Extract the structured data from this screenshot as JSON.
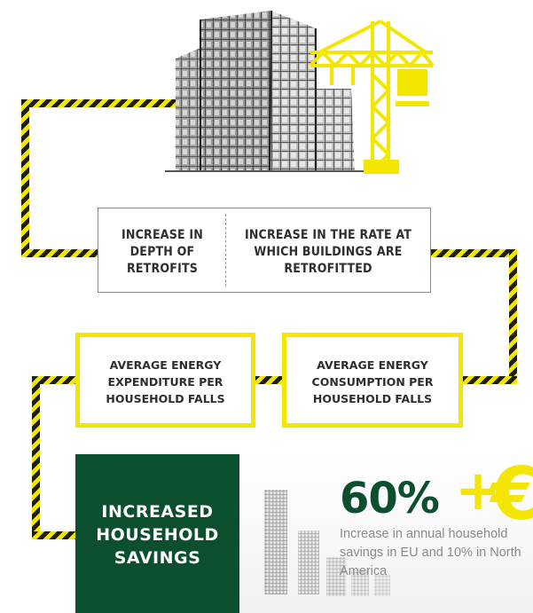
{
  "box_retrofits_depth": "INCREASE IN DEPTH OF RETROFITS",
  "box_retrofit_rate": "INCREASE IN THE RATE AT WHICH BUILDINGS ARE RETROFITTED",
  "box_expenditure": "AVERAGE ENERGY EXPENDITURE PER HOUSEHOLD FALLS",
  "box_consumption": "AVERAGE ENERGY CONSUMPTION PER HOUSEHOLD FALLS",
  "savings_label": "INCREASED HOUSEHOLD SAVINGS",
  "stat_value": "60%",
  "stat_description": "Increase in annual household savings in EU and 10% in North America",
  "plus_symbol": "+",
  "currency_symbol": "€",
  "colors": {
    "hazard_yellow": "#f3e600",
    "hazard_black": "#1d1d1b",
    "savings_green": "#0c4f2f",
    "text_grey": "#2e2e2e",
    "stat_grey": "#8a8a8a"
  },
  "icons": [
    "building-under-construction-icon",
    "tower-crane-icon",
    "coin-stacks-icon",
    "euro-icon"
  ]
}
